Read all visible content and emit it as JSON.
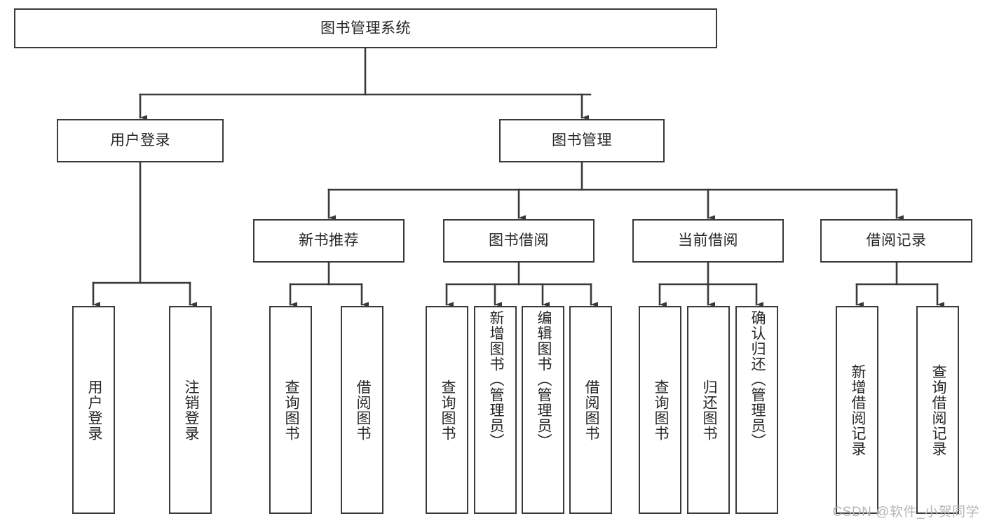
{
  "diagram": {
    "type": "tree",
    "title": "图书管理系统",
    "watermark": "CSDN @软件_小贺同学",
    "colors": {
      "stroke": "#3a3a3a",
      "text": "#262626",
      "background": "#ffffff",
      "watermark": "#b6b6b6"
    },
    "nodes": {
      "root": {
        "label": "图书管理系统"
      },
      "level2": [
        {
          "id": "user-login",
          "label": "用户登录"
        },
        {
          "id": "book-manage",
          "label": "图书管理"
        }
      ],
      "level3": [
        {
          "id": "new-book-recommend",
          "label": "新书推荐"
        },
        {
          "id": "book-borrow",
          "label": "图书借阅"
        },
        {
          "id": "current-borrow",
          "label": "当前借阅"
        },
        {
          "id": "borrow-record",
          "label": "借阅记录"
        }
      ],
      "leaves": {
        "user-login": [
          {
            "id": "leaf-user-login",
            "label": "用户登录"
          },
          {
            "id": "leaf-logout-login",
            "label": "注销登录"
          }
        ],
        "new-book-recommend": [
          {
            "id": "leaf-query-book-1",
            "label": "查询图书"
          },
          {
            "id": "leaf-borrow-book-1",
            "label": "借阅图书"
          }
        ],
        "book-borrow": [
          {
            "id": "leaf-query-book-2",
            "label": "查询图书"
          },
          {
            "id": "leaf-add-book",
            "label": "新增图书（管理员）"
          },
          {
            "id": "leaf-edit-book",
            "label": "编辑图书（管理员）"
          },
          {
            "id": "leaf-borrow-book-2",
            "label": "借阅图书"
          }
        ],
        "current-borrow": [
          {
            "id": "leaf-query-book-3",
            "label": "查询图书"
          },
          {
            "id": "leaf-return-book",
            "label": "归还图书"
          },
          {
            "id": "leaf-confirm-return",
            "label": "确认归还（管理员）"
          }
        ],
        "borrow-record": [
          {
            "id": "leaf-add-record",
            "label": "新增借阅记录"
          },
          {
            "id": "leaf-query-record",
            "label": "查询借阅记录"
          }
        ]
      }
    },
    "edges": [
      {
        "from": "root",
        "to": "user-login"
      },
      {
        "from": "root",
        "to": "book-manage"
      },
      {
        "from": "book-manage",
        "to": "new-book-recommend"
      },
      {
        "from": "book-manage",
        "to": "book-borrow"
      },
      {
        "from": "book-manage",
        "to": "current-borrow"
      },
      {
        "from": "book-manage",
        "to": "borrow-record"
      },
      {
        "from": "user-login",
        "to": "leaf-user-login"
      },
      {
        "from": "user-login",
        "to": "leaf-logout-login"
      },
      {
        "from": "new-book-recommend",
        "to": "leaf-query-book-1"
      },
      {
        "from": "new-book-recommend",
        "to": "leaf-borrow-book-1"
      },
      {
        "from": "book-borrow",
        "to": "leaf-query-book-2"
      },
      {
        "from": "book-borrow",
        "to": "leaf-add-book"
      },
      {
        "from": "book-borrow",
        "to": "leaf-edit-book"
      },
      {
        "from": "book-borrow",
        "to": "leaf-borrow-book-2"
      },
      {
        "from": "current-borrow",
        "to": "leaf-query-book-3"
      },
      {
        "from": "current-borrow",
        "to": "leaf-return-book"
      },
      {
        "from": "current-borrow",
        "to": "leaf-confirm-return"
      },
      {
        "from": "borrow-record",
        "to": "leaf-add-record"
      },
      {
        "from": "borrow-record",
        "to": "leaf-query-record"
      }
    ]
  }
}
